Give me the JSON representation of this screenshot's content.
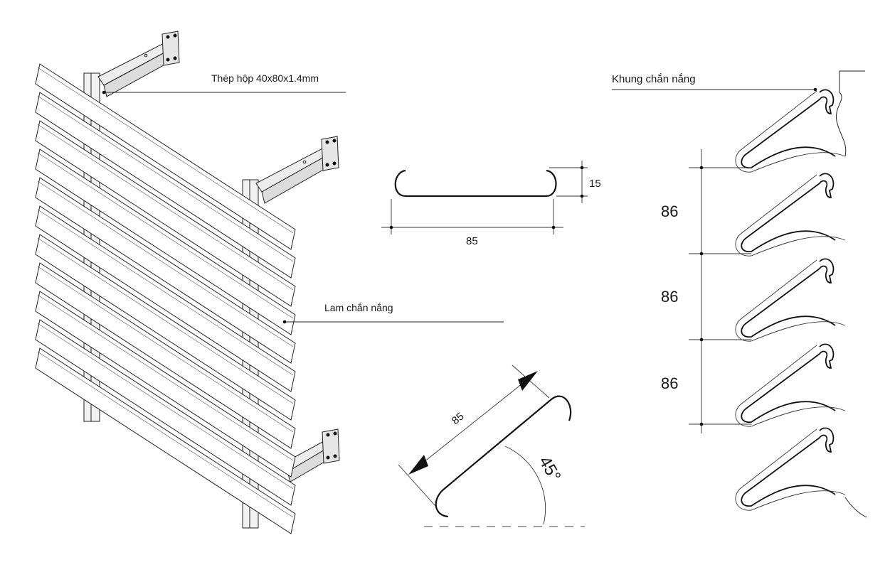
{
  "labels": {
    "steel_box": "Thép hộp 40x80x1.4mm",
    "sun_louver": "Lam chắn nắng",
    "sunshade_frame": "Khung chắn nắng"
  },
  "profile_dimensions": {
    "height": "15",
    "width": "85"
  },
  "tilted_section": {
    "length": "85",
    "angle": "45°"
  },
  "spacing": [
    "86",
    "86",
    "86"
  ]
}
